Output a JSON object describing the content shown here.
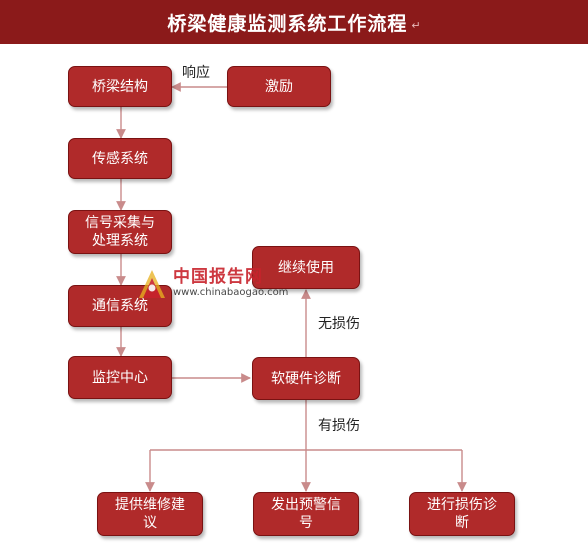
{
  "header": {
    "title": "桥梁健康监测系统工作流程",
    "trailing_mark": "↵"
  },
  "nodes": {
    "bridge_structure": "桥梁结构",
    "excitation": "激励",
    "sensing_system": "传感系统",
    "signal_processing": "信号采集与处理系统",
    "communication_system": "通信系统",
    "monitoring_center": "监控中心",
    "diagnosis": "软硬件诊断",
    "continue_use": "继续使用",
    "repair_advice": "提供维修建议",
    "warning_signal": "发出预警信号",
    "damage_diagnosis": "进行损伤诊断"
  },
  "edge_labels": {
    "response": "响应",
    "no_damage": "无损伤",
    "damaged": "有损伤"
  },
  "watermark": {
    "name": "中国报告网",
    "url": "www.chinabaogao.com"
  },
  "colors": {
    "header_bg": "#8b1a1a",
    "node_fill": "#b02a2a",
    "node_border": "#7a1212",
    "connector": "#c98b8b",
    "watermark_red": "#c8232c"
  }
}
